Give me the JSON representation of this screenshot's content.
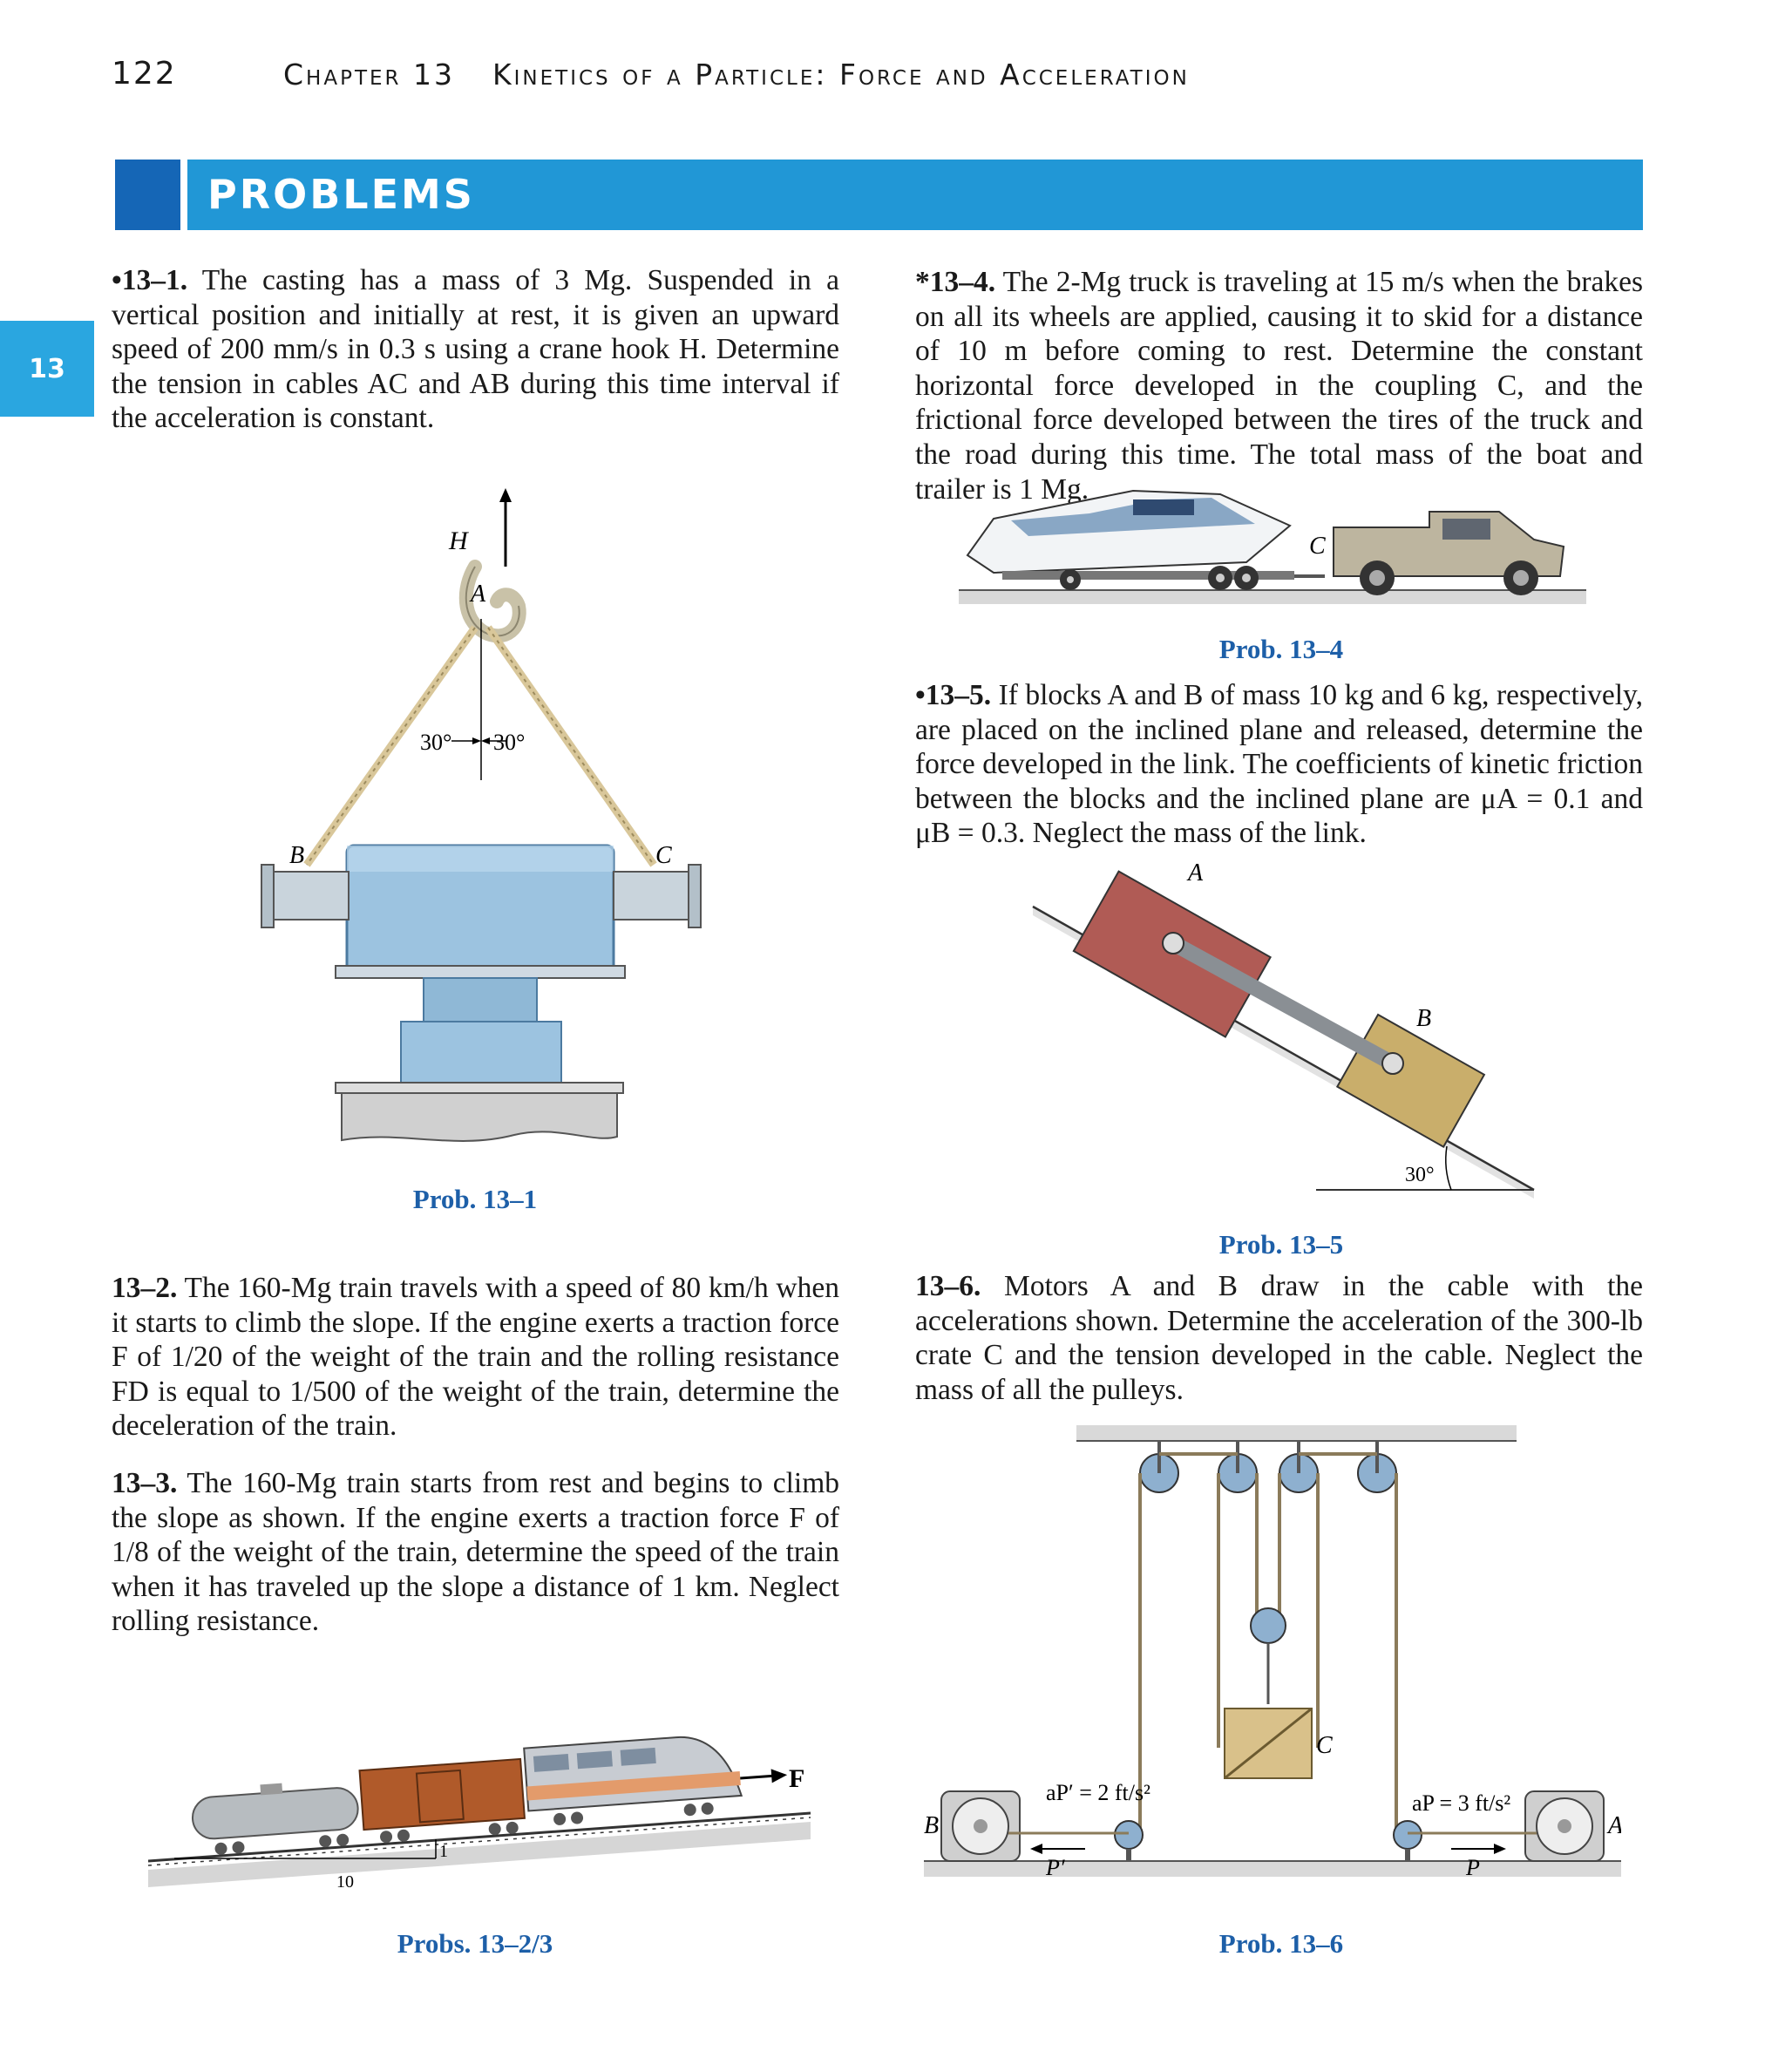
{
  "header": {
    "page_number": "122",
    "chapter": "Chapter 13",
    "title": "Kinetics of a Particle: Force and Acceleration"
  },
  "banner": {
    "title": "PROBLEMS"
  },
  "side_tab": "13",
  "problems": {
    "p1": {
      "num": "•13–1.",
      "text": "The casting has a mass of 3 Mg. Suspended in a vertical position and initially at rest, it is given an upward speed of 200 mm/s in 0.3 s using a crane hook H. Determine the tension in cables AC and AB during this time interval if the acceleration is constant."
    },
    "p2": {
      "num": "13–2.",
      "text": "The 160-Mg train travels with a speed of 80 km/h when it starts to climb the slope. If the engine exerts a traction force F of 1/20 of the weight of the train and the rolling resistance FD is equal to 1/500 of the weight of the train, determine the deceleration of the train."
    },
    "p3": {
      "num": "13–3.",
      "text": "The 160-Mg train starts from rest and begins to climb the slope as shown. If the engine exerts a traction force F of 1/8 of the weight of the train, determine the speed of the train when it has traveled up the slope a distance of 1 km. Neglect rolling resistance."
    },
    "p4": {
      "num": "*13–4.",
      "text": "The 2-Mg truck is traveling at 15 m/s when the brakes on all its wheels are applied, causing it to skid for a distance of 10 m before coming to rest. Determine the constant horizontal force developed in the coupling C, and the frictional force developed between the tires of the truck and the road during this time. The total mass of the boat and trailer is 1 Mg."
    },
    "p5": {
      "num": "•13–5.",
      "text": "If blocks A and B of mass 10 kg and 6 kg, respectively, are placed on the inclined plane and released, determine the force developed in the link. The coefficients of kinetic friction between the blocks and the inclined plane are μA = 0.1 and μB = 0.3. Neglect the mass of the link."
    },
    "p6": {
      "num": "13–6.",
      "text": "Motors A and B draw in the cable with the accelerations shown. Determine the acceleration of the 300-lb crate C and the tension developed in the cable. Neglect the mass of all the pulleys."
    }
  },
  "captions": {
    "fig1": "Prob. 13–1",
    "fig23": "Probs. 13–2/3",
    "fig4": "Prob. 13–4",
    "fig5": "Prob. 13–5",
    "fig6": "Prob. 13–6"
  },
  "figure_labels": {
    "fig1": {
      "H": "H",
      "A": "A",
      "B": "B",
      "C": "C",
      "angle_left": "30°",
      "angle_right": "30°"
    },
    "fig23": {
      "F": "F",
      "run": "10",
      "rise": "1"
    },
    "fig4": {
      "C": "C"
    },
    "fig5": {
      "A": "A",
      "B": "B",
      "angle": "30°"
    },
    "fig6": {
      "A": "A",
      "B": "B",
      "C": "C",
      "P": "P",
      "P_prime": "P′",
      "acc_left": "aP′ = 2 ft/s²",
      "acc_right": "aP = 3 ft/s²"
    }
  },
  "colors": {
    "banner": "#2197d6",
    "banner_square": "#1566b6",
    "side_tab": "#2aa6e0",
    "caption": "#1d5fa8"
  }
}
